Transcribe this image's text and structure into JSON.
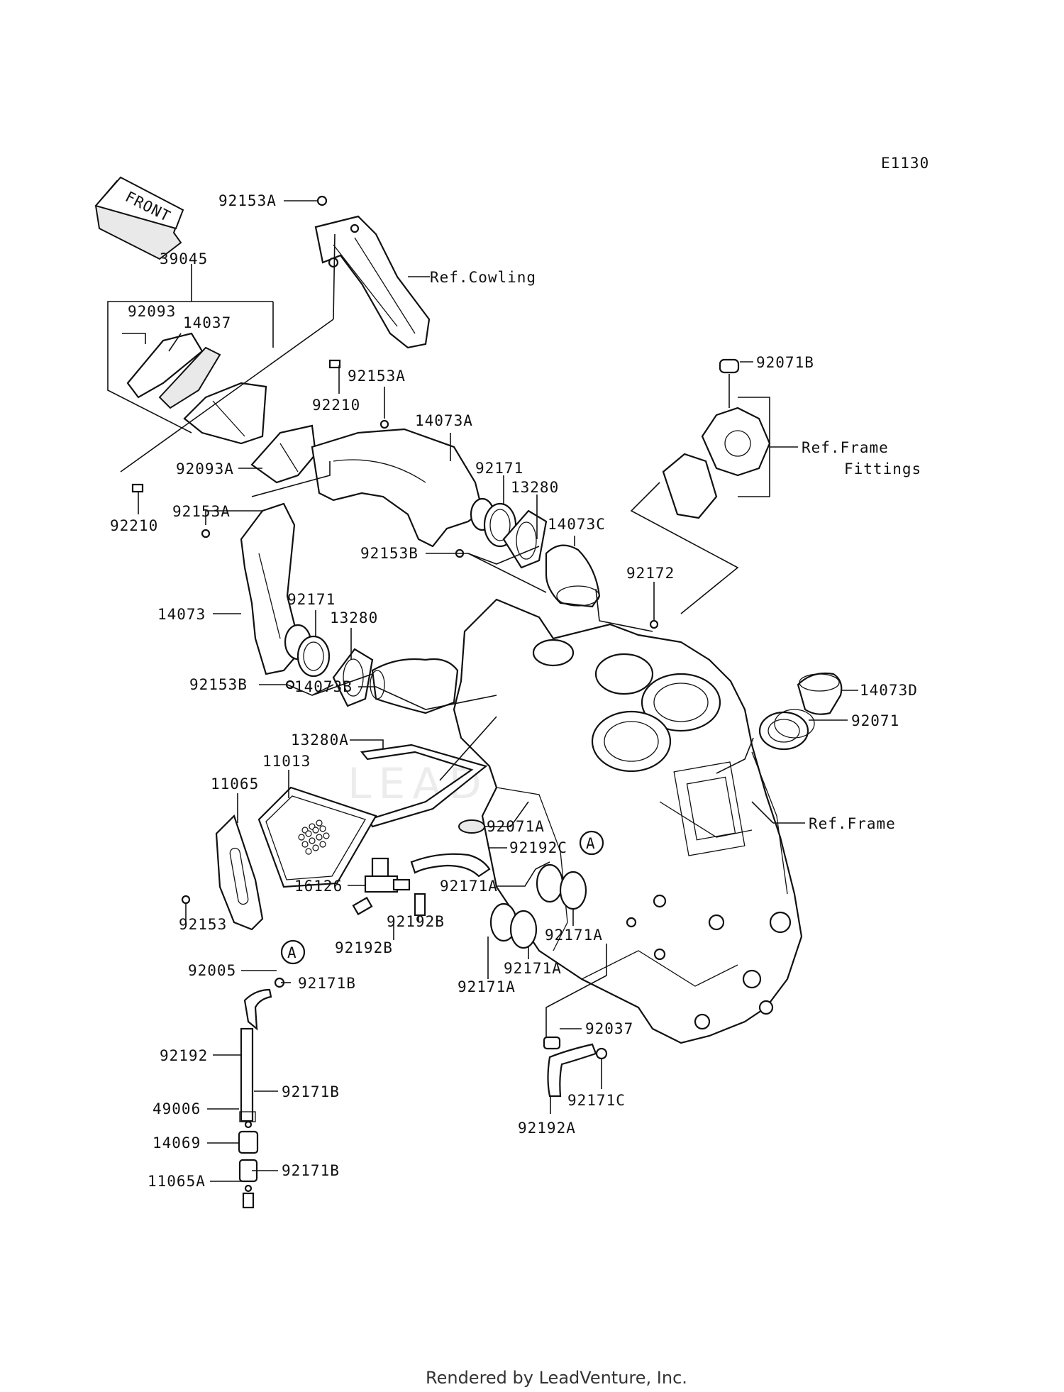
{
  "diagram_code": "E1130",
  "front_label": "FRONT",
  "watermark": "LEADVENTURE",
  "footer": "Rendered by LeadVenture, Inc.",
  "labels": {
    "p39045": "39045",
    "p92093": "92093",
    "p14037": "14037",
    "p92153A_top": "92153A",
    "ref_cowling": "Ref.Cowling",
    "p92153A_mid": "92153A",
    "p92210_mid": "92210",
    "p14073A": "14073A",
    "p92093A": "92093A",
    "p92210_low": "92210",
    "p92153A_left": "92153A",
    "p92171_top": "92171",
    "p13280_top": "13280",
    "p14073C": "14073C",
    "p92153B_top": "92153B",
    "p92071B": "92071B",
    "ref_frame_fittings_1": "Ref.Frame",
    "ref_frame_fittings_2": "Fittings",
    "p92172": "92172",
    "p14073": "14073",
    "p92171_low": "92171",
    "p13280_low": "13280",
    "p92153B_low": "92153B",
    "p14073B": "14073B",
    "p14073D": "14073D",
    "p92071": "92071",
    "p13280A": "13280A",
    "p11013": "11013",
    "p11065": "11065",
    "p92071A": "92071A",
    "ref_frame": "Ref.Frame",
    "p92192C": "92192C",
    "p16126": "16126",
    "p92171A_1": "92171A",
    "p92192B_1": "92192B",
    "p92192B_2": "92192B",
    "p92171A_2": "92171A",
    "p92171A_3": "92171A",
    "p92171A_4": "92171A",
    "p92153": "92153",
    "p92005": "92005",
    "p92171B_1": "92171B",
    "p92192": "92192",
    "p92171B_2": "92171B",
    "p49006": "49006",
    "p14069": "14069",
    "p11065A": "11065A",
    "p92171B_3": "92171B",
    "p92037": "92037",
    "p92171C": "92171C",
    "p92192A": "92192A",
    "callout_A_1": "A",
    "callout_A_2": "A"
  }
}
